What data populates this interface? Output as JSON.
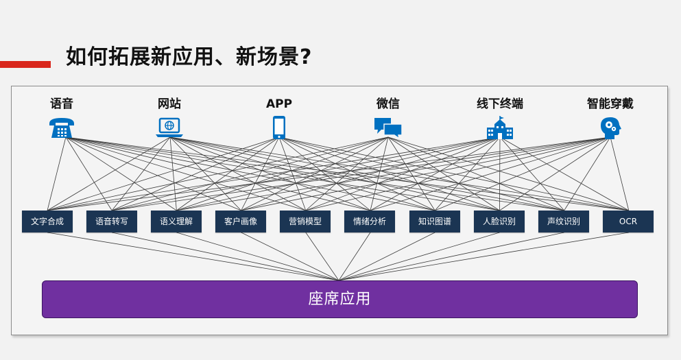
{
  "title": "如何拓展新应用、新场景?",
  "channels": [
    {
      "label": "语音",
      "icon": "telephone-icon"
    },
    {
      "label": "网站",
      "icon": "laptop-icon"
    },
    {
      "label": "APP",
      "icon": "smartphone-icon"
    },
    {
      "label": "微信",
      "icon": "chat-bubbles-icon"
    },
    {
      "label": "线下终端",
      "icon": "building-icon"
    },
    {
      "label": "智能穿戴",
      "icon": "head-gears-icon"
    }
  ],
  "capabilities": [
    "文字合成",
    "语音转写",
    "语义理解",
    "客户画像",
    "营销模型",
    "情绪分析",
    "知识图谱",
    "人脸识别",
    "声纹识别",
    "OCR"
  ],
  "base_label": "座席应用",
  "colors": {
    "accent_red": "#d9261c",
    "icon_blue": "#0070c0",
    "capability_box": "#1b3553",
    "base_bar": "#7030a0",
    "line": "#3a3a3a"
  }
}
